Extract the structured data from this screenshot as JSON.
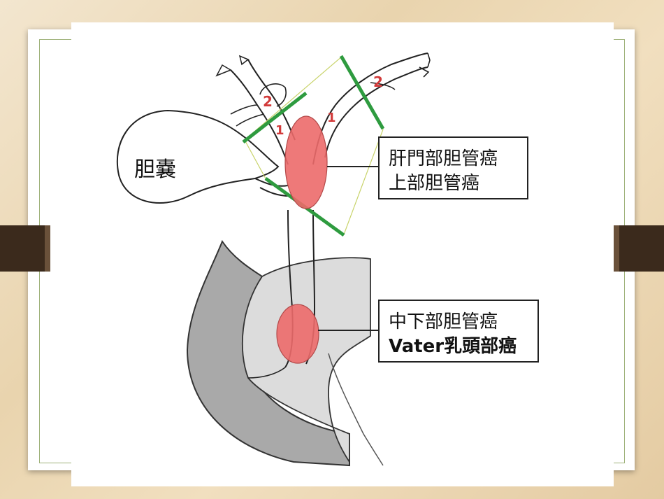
{
  "labels": {
    "gallbladder": "胆嚢",
    "box_upper_line1": "肝門部胆管癌",
    "box_upper_line2": "上部胆管癌",
    "box_lower_line1": "中下部胆管癌",
    "box_lower_line2": "Vater乳頭部癌"
  },
  "markers": {
    "left_segment_2": "2",
    "left_segment_1": "1",
    "right_segment_1": "1",
    "right_segment_2": "2"
  },
  "colors": {
    "tumor": "#ec6a6a",
    "cut_line": "#2e9b3f",
    "region_outline": "#c8d36a",
    "duodenum": "#a9a9a9",
    "pancreas": "#dcdcdc",
    "marker": "#d23a3a"
  }
}
